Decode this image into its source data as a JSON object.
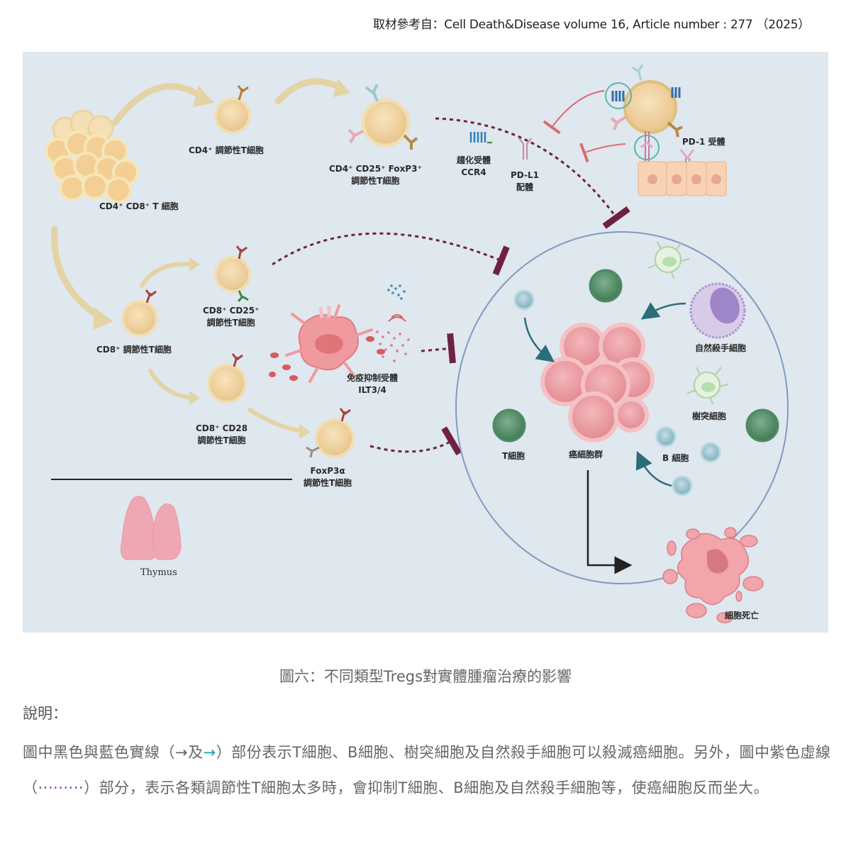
{
  "source": "取材參考自：Cell Death&Disease volume 16, Article number : 277 （2025）",
  "diagram": {
    "labels": {
      "cd4_cd8_t": "CD4⁺ CD8⁺ T 細胞",
      "cd4_treg": "CD4⁺ 調節性T細胞",
      "cd4_cd25_foxp3_line1": "CD4⁺ CD25⁺ FoxP3⁺",
      "cd4_cd25_foxp3_line2": "調節性T細胞",
      "ccr4_line1": "趨化受體",
      "ccr4_line2": "CCR4",
      "pdl1_line1": "PD-L1",
      "pdl1_line2": "配體",
      "pd1": "PD-1 受體",
      "cd8_treg": "CD8⁺ 調節性T細胞",
      "cd8_cd25_line1": "CD8⁺ CD25⁺",
      "cd8_cd25_line2": "調節性T細胞",
      "ilt_line1": "免疫抑制受體",
      "ilt_line2": "ILT3/4",
      "cd8_cd28_line1": "CD8⁺ CD28",
      "cd8_cd28_line2": "調節性T細胞",
      "foxp3a_line1": "FoxP3α",
      "foxp3a_line2": "調節性T細胞",
      "thymus": "Thymus",
      "nk_cell": "自然殺手細胞",
      "dendritic_cell": "樹突細胞",
      "t_cell": "T細胞",
      "cancer_cluster": "癌細胞群",
      "b_cell": "B 細胞",
      "cell_death": "細胞死亡"
    },
    "colors": {
      "background": "#dfe7ef",
      "treg_cell": "#f3d9a8",
      "t_cell_green": "#5f9a72",
      "b_cell_blue": "#9cc4d4",
      "cancer_pink": "#eda2a6",
      "dashed_inhibition": "#6e2145",
      "teal_arrow": "#2b6e78",
      "red_inhibition": "#e0686c",
      "microenvironment_ring": "#8098c4",
      "flow_arrow": "#e4d3a4"
    }
  },
  "caption": "圖六：不同類型Tregs對實體腫瘤治療的影響",
  "explanation": {
    "title": "說明：",
    "p1_a": "圖中黑色與藍色實線（→及",
    "p1_teal_arrow": "→",
    "p1_b": "）部份表示T細胞、B細胞、樹突細胞及自然殺手細胞可以殺滅癌細胞。另外，圖中紫色虛線（",
    "p1_dots": "·········",
    "p1_c": "）部分，表示各類調節性T細胞太多時，會抑制T細胞、B細胞及自然殺手細胞等，使癌細胞反而坐大。"
  }
}
